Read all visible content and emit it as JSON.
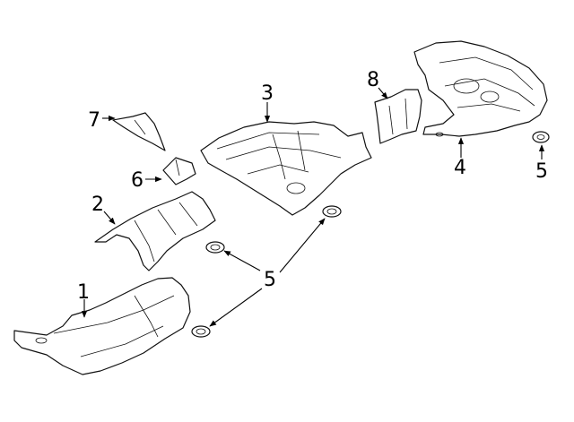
{
  "callouts": {
    "c1": "1",
    "c2": "2",
    "c3": "3",
    "c4": "4",
    "c5_right": "5",
    "c5_group": "5",
    "c6": "6",
    "c7": "7",
    "c8": "8"
  },
  "colors": {
    "line": "#111111",
    "background": "#ffffff"
  }
}
